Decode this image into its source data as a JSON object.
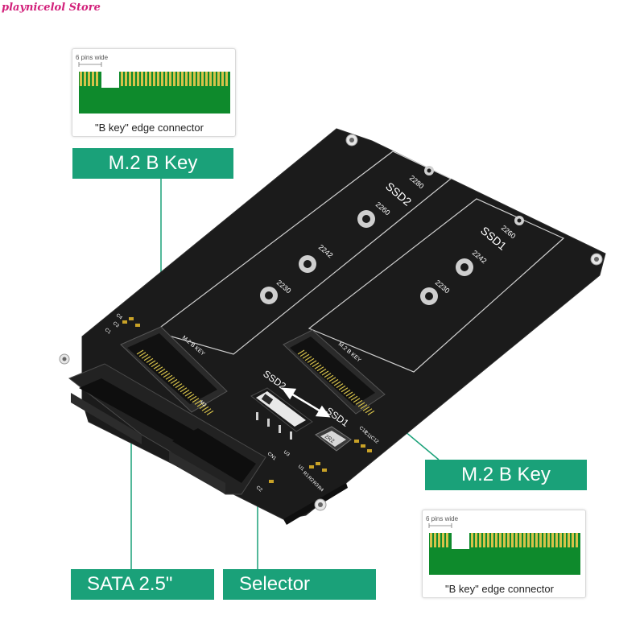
{
  "store_name": "playnicelol Store",
  "callouts": {
    "m2_top": "M.2 B Key",
    "m2_right": "M.2 B Key",
    "sata": "SATA  2.5\"",
    "selector": "Selector"
  },
  "edge_legend_top": {
    "pins_label": "6 pins wide",
    "caption": "\"B key\" edge connector"
  },
  "edge_legend_bottom": {
    "pins_label": "6 pins wide",
    "caption": "\"B key\" edge connector"
  },
  "board": {
    "ssd2_label": "SSD2",
    "ssd1_label": "SSD1",
    "slot_sizes": [
      "2280",
      "2260",
      "2242",
      "2230"
    ],
    "connector_label": "M.2 B KEY",
    "selector_ssd2": "SSD2",
    "selector_ssd1": "SSD1",
    "component_labels": [
      "C4",
      "C3",
      "C1",
      "C2",
      "CN1",
      "U3",
      "U1",
      "R1",
      "R2",
      "R3",
      "R4",
      "C10",
      "C11",
      "C12",
      "2R2",
      "M2"
    ]
  },
  "colors": {
    "accent": "#1aa179",
    "pcb": "#1b1b1b",
    "gold": "#d7c24a",
    "pcb_green": "#0e8a2c",
    "store": "#d21f7a"
  }
}
